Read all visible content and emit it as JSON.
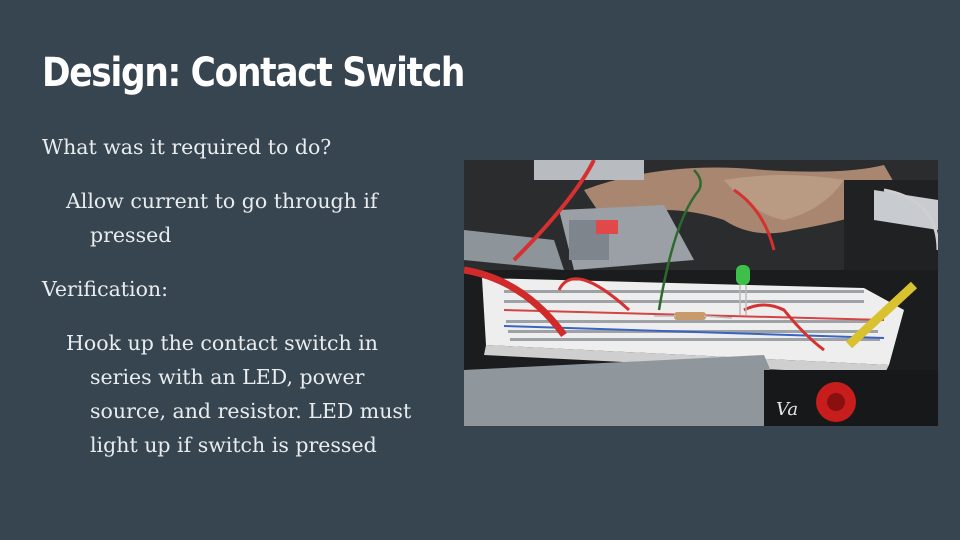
{
  "slide": {
    "title": "Design: Contact Switch",
    "paragraphs": [
      {
        "level": 1,
        "text": "What was it required to do?"
      },
      {
        "level": 2,
        "text": "Allow current to go through if pressed"
      },
      {
        "level": 1,
        "text": "Verification:"
      },
      {
        "level": 2,
        "text": "Hook up the contact switch in series with an LED, power source, and resistor. LED must light up if switch is pressed"
      }
    ],
    "photo": {
      "label_text": "Va"
    }
  },
  "colors": {
    "background": "#36454f",
    "title": "#ffffff",
    "body_text": "#e9ecee"
  }
}
